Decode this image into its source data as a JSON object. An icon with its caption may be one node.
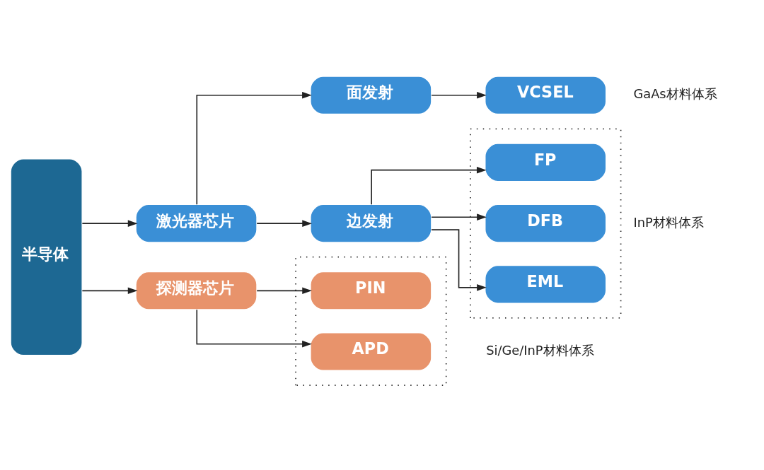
{
  "diagram": {
    "nodes": [
      {
        "text": [
          "半导体"
        ]
      },
      {
        "text": [
          "激光器芯片"
        ]
      },
      {
        "text": [
          "面发射"
        ]
      },
      {
        "text": [
          "VCSEL"
        ],
        "beside": [
          "GaAs材料体系"
        ]
      },
      {
        "text": [
          "边发射"
        ]
      },
      {
        "text": [],
        "shape": "box",
        "beside": [
          "InP材料体系"
        ]
      },
      {
        "text": [
          "FP"
        ],
        "in": 5
      },
      {
        "text": [
          "DFB"
        ],
        "in": 5
      },
      {
        "text": [
          "EML"
        ],
        "in": 5
      },
      {
        "text": [
          "探测器芯片"
        ]
      },
      {
        "text": [],
        "shape": "box",
        "beside": [
          "Si/Ge/InP材料体系"
        ]
      },
      {
        "text": [
          "PIN"
        ],
        "in": 10
      },
      {
        "text": [
          "APD"
        ],
        "in": 10
      }
    ],
    "edges": [
      {
        "from": 0,
        "to": 1,
        "arrow": "to"
      },
      {
        "from": 0,
        "to": 9,
        "arrow": "to"
      },
      {
        "from": 1,
        "to": 2,
        "arrow": "to"
      },
      {
        "from": 1,
        "to": 4,
        "arrow": "to"
      },
      {
        "from": 2,
        "to": 3,
        "arrow": "to"
      },
      {
        "from": 4,
        "to": 6,
        "arrow": "to"
      },
      {
        "from": 4,
        "to": 7,
        "arrow": "to"
      },
      {
        "from": 4,
        "to": 8,
        "arrow": "to"
      },
      {
        "from": 9,
        "to": 11,
        "arrow": "to"
      },
      {
        "from": 9,
        "to": 12,
        "arrow": "to"
      }
    ]
  }
}
